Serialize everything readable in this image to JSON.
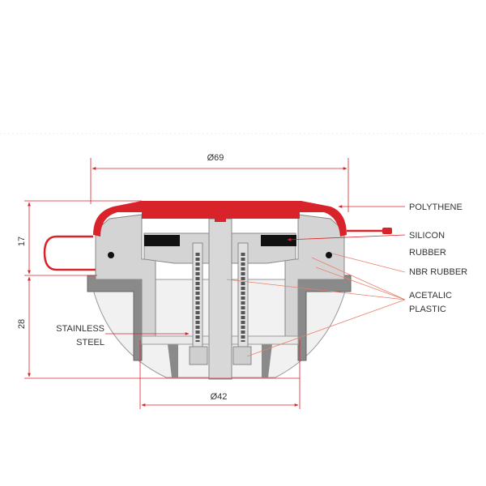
{
  "dimensions": {
    "overall_diameter": "Ø69",
    "base_diameter": "Ø42",
    "upper_height": "17",
    "lower_height": "28"
  },
  "materials": {
    "polythene": "POLYTHENE",
    "silicon_line1": "SILICON",
    "silicon_line2": "RUBBER",
    "nbr": "NBR RUBBER",
    "acetalic_line1": "ACETALIC",
    "acetalic_line2": "PLASTIC",
    "steel_line1": "STAINLESS",
    "steel_line2": "STEEL"
  },
  "colors": {
    "red": "#d9232a",
    "leader": "#e8806a",
    "light_grey": "#d4d4d4",
    "dark_grey": "#8a8a8a",
    "black": "#111111"
  }
}
